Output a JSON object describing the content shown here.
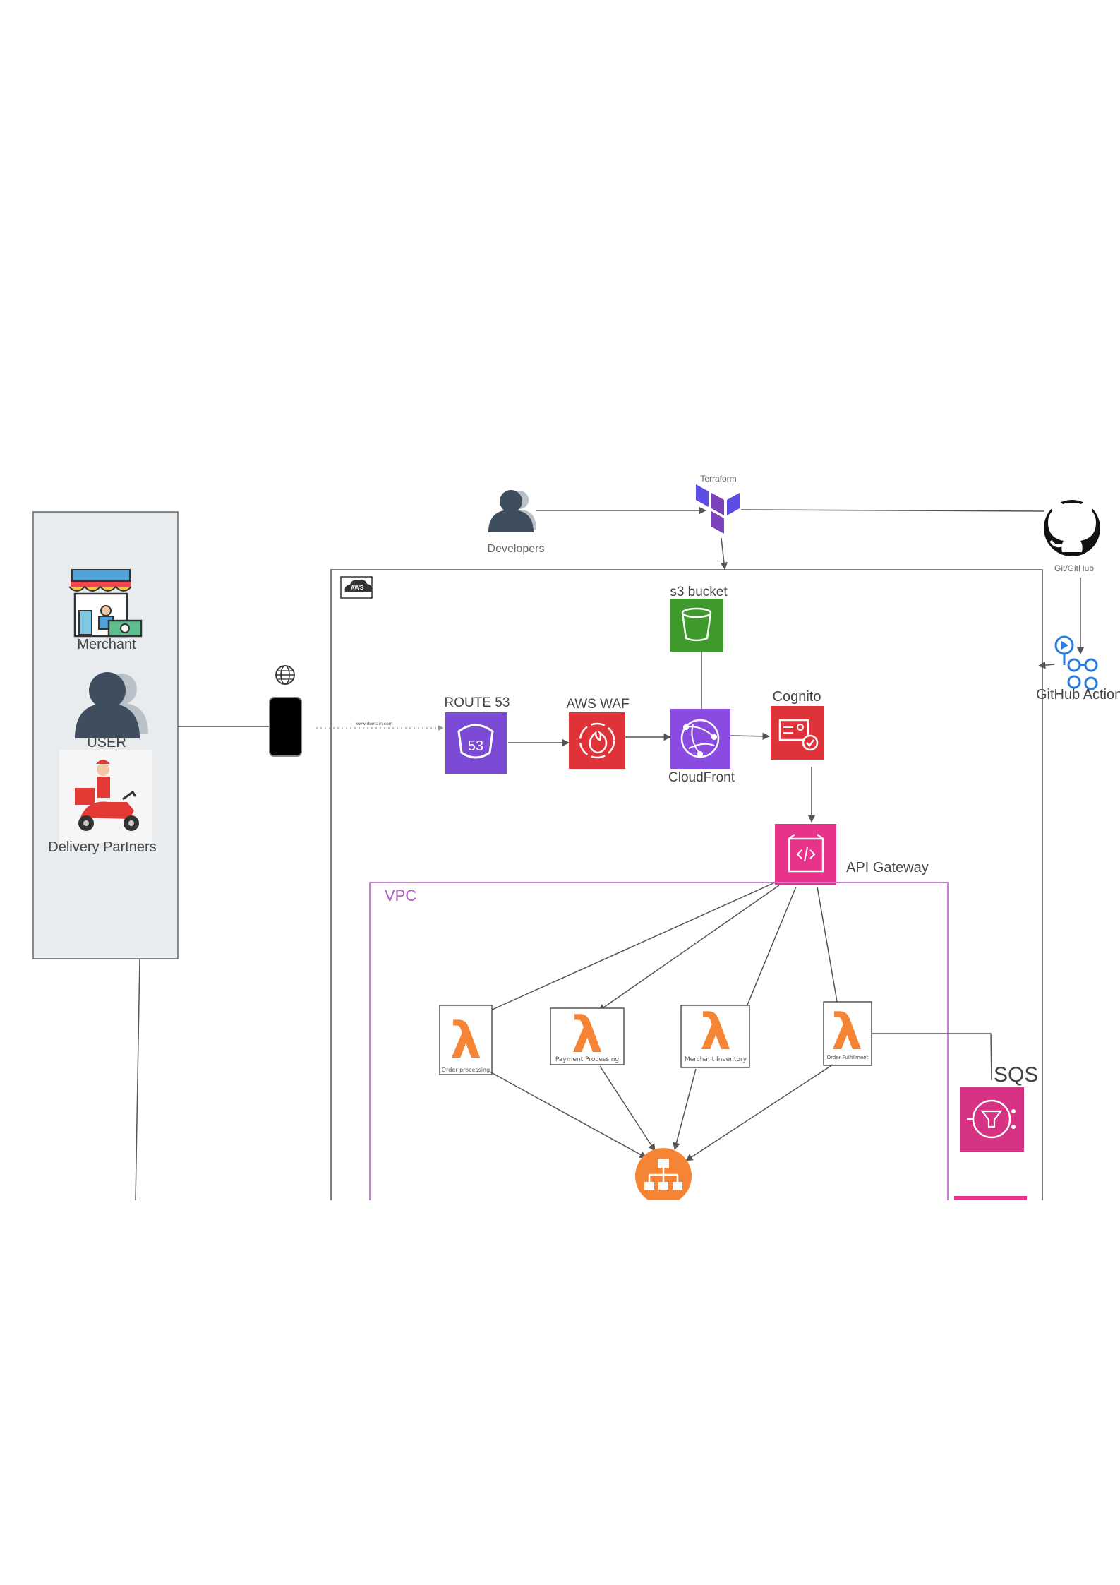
{
  "actors": {
    "merchant": "Merchant",
    "user": "USER",
    "delivery": "Delivery Partners"
  },
  "top": {
    "developers": "Developers",
    "terraform": "Terraform",
    "github": "Git/GitHub",
    "github_actions": "GitHub Action"
  },
  "services": {
    "s3": "s3 bucket",
    "route53": "ROUTE 53",
    "route53_badge": "53",
    "waf": "AWS WAF",
    "cloudfront": "CloudFront",
    "cognito": "Cognito",
    "api_gateway": "API Gateway",
    "vpc": "VPC",
    "sqs": "SQS",
    "aws_badge": "AWS"
  },
  "lambdas": {
    "order_processing": "Order processing",
    "payment_processing": "Payment Processing",
    "merchant_inventory": "Merchant Inventory",
    "order_fulfillment": "Order Fulfillment"
  },
  "domain_url": "www.domain.com",
  "colors": {
    "route53": "#7b4bd6",
    "waf": "#dd3339",
    "cloudfront": "#8a4be0",
    "cognito": "#dd3339",
    "s3": "#3f9a2c",
    "api_gateway": "#e8338b",
    "sqs": "#d63384",
    "lambda": "#f58534",
    "vpc_border": "#c77fd6",
    "terraform": "#7b42bc",
    "actors_panel": "#e8ecef"
  },
  "icons": {
    "merchant": "store-icon",
    "user": "user-group-icon",
    "delivery": "scooter-delivery-icon",
    "globe": "globe-icon",
    "phone": "smartphone-icon",
    "github": "github-icon",
    "github_actions": "workflow-icon",
    "terraform": "terraform-icon",
    "developers": "user-group-icon",
    "load_balancer": "load-balancer-icon"
  }
}
